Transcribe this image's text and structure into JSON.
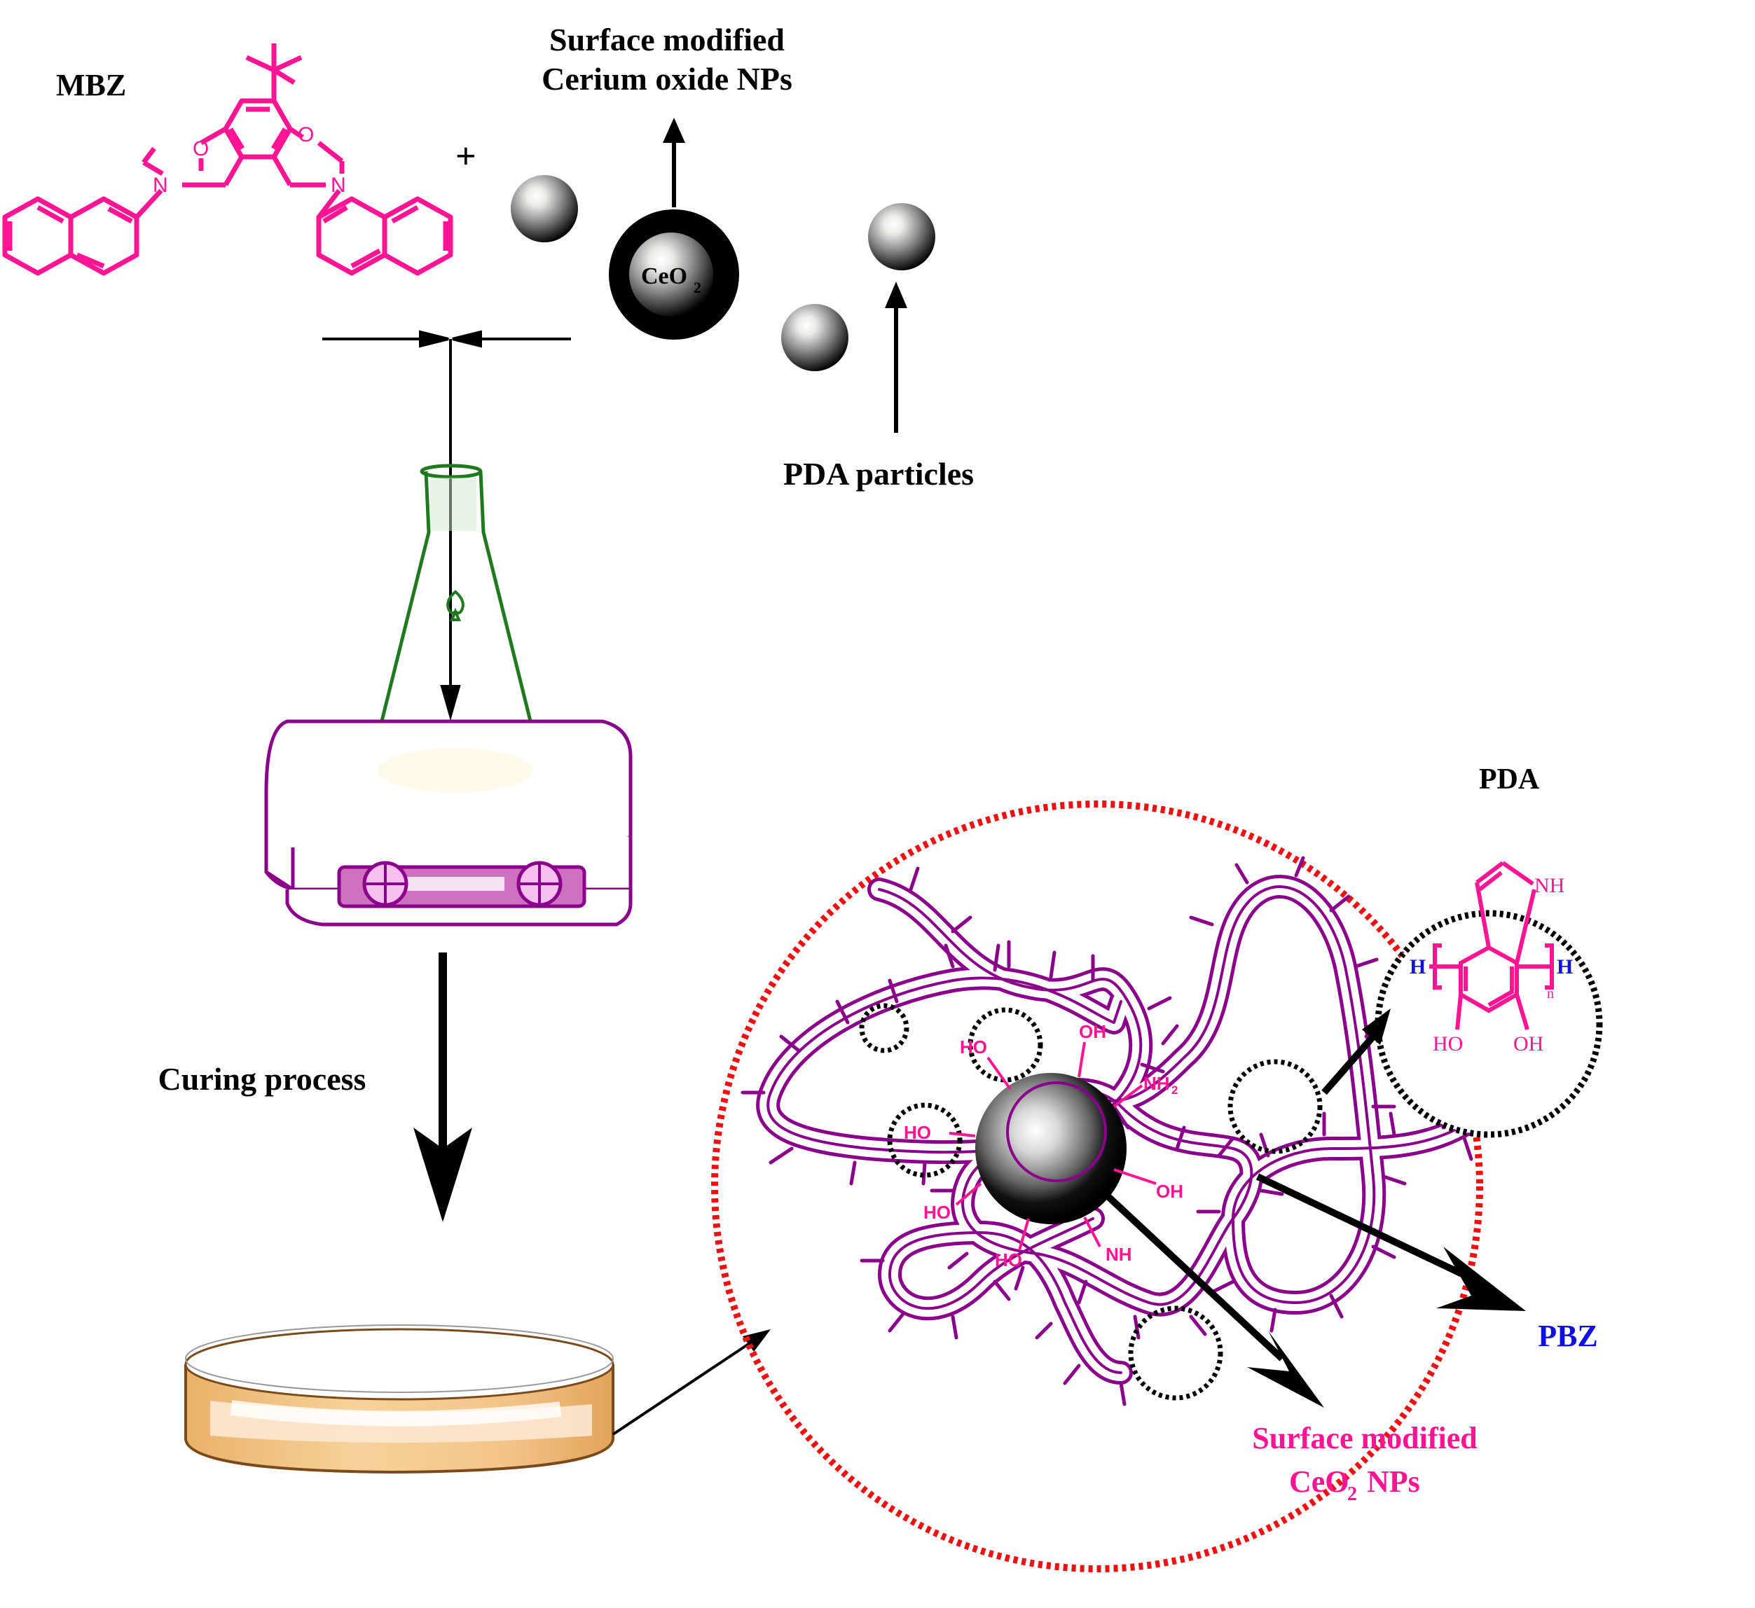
{
  "labels": {
    "mbz": "MBZ",
    "plus": "+",
    "surface_modified_line1": "Surface modified",
    "surface_modified_line2": "Cerium oxide NPs",
    "ceo2_main": "CeO",
    "ceo2_sub": "2",
    "pda_particles": "PDA particles",
    "curing_process": "Curing process",
    "pda_title": "PDA",
    "pbz": "PBZ",
    "sm_ceo2_line1": "Surface modified",
    "sm_ceo2_line2_main": "CeO",
    "sm_ceo2_line2_sub": "2",
    "sm_ceo2_line2_rest": " NPs"
  },
  "mbz_atoms": {
    "o_left": "O",
    "o_right": "O",
    "n_left": "N",
    "n_right": "N"
  },
  "pda_structure": {
    "nh": "NH",
    "h_left": "H",
    "h_right": "H",
    "n_sub": "n",
    "ho_left": "HO",
    "oh_right": "OH"
  },
  "surface_groups": {
    "oh_top": "OH",
    "ho_upper_left": "HO",
    "nh2": "NH",
    "nh2_sub": "2",
    "ho_left": "HO",
    "oh_right": "OH",
    "ho_lower_left": "HO",
    "ho_bottom": "HO",
    "nh_bottom": "NH"
  },
  "colors": {
    "molecule": "#ff1493",
    "polymer": "#8b008b",
    "flask": "#1f7a1f",
    "pbz_blue": "#1010e0",
    "dotted_red": "#ee1111",
    "dotted_black": "#000000",
    "dish_fill": "#f0c080"
  }
}
